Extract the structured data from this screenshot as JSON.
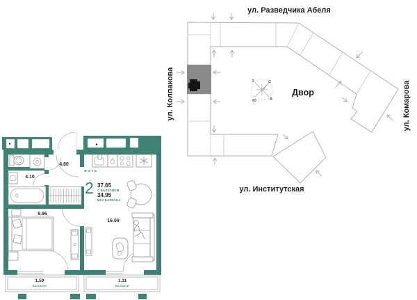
{
  "unit_card": {
    "photo_label": "ФОТО",
    "rooms_count": "2",
    "area_with_balcony": "37.65",
    "with_balcony_note": "С БАЛКОНОМ",
    "area_without_balcony": "34.95",
    "without_balcony_note": "БЕЗ БАЛКОНА"
  },
  "rooms": {
    "hallway_area": "4.80",
    "bathroom_area": "4.10",
    "bedroom_area": "9.96",
    "living_kitchen_area": "16.09",
    "balcony_left_area": "1.59",
    "balcony_left_label": "БАЛКОН",
    "balcony_right_area": "1.11",
    "balcony_right_label": "БАЛКОН"
  },
  "site_plan": {
    "street_top": "ул. Разведчика Абеля",
    "street_left": "ул. Колпакова",
    "street_right": "ул. Комарова",
    "street_bottom": "ул. Институтская",
    "courtyard_label": "Двор",
    "compass": {
      "n": "С",
      "e": "В",
      "s": "Ю",
      "w": "З"
    }
  },
  "colors": {
    "wall_teal": "#3E8273",
    "highlight_gray": "#8A8A8A",
    "unit_marker_black": "#151515",
    "line_gray": "#9AA0A0",
    "text_dark": "#1D1D1D"
  }
}
